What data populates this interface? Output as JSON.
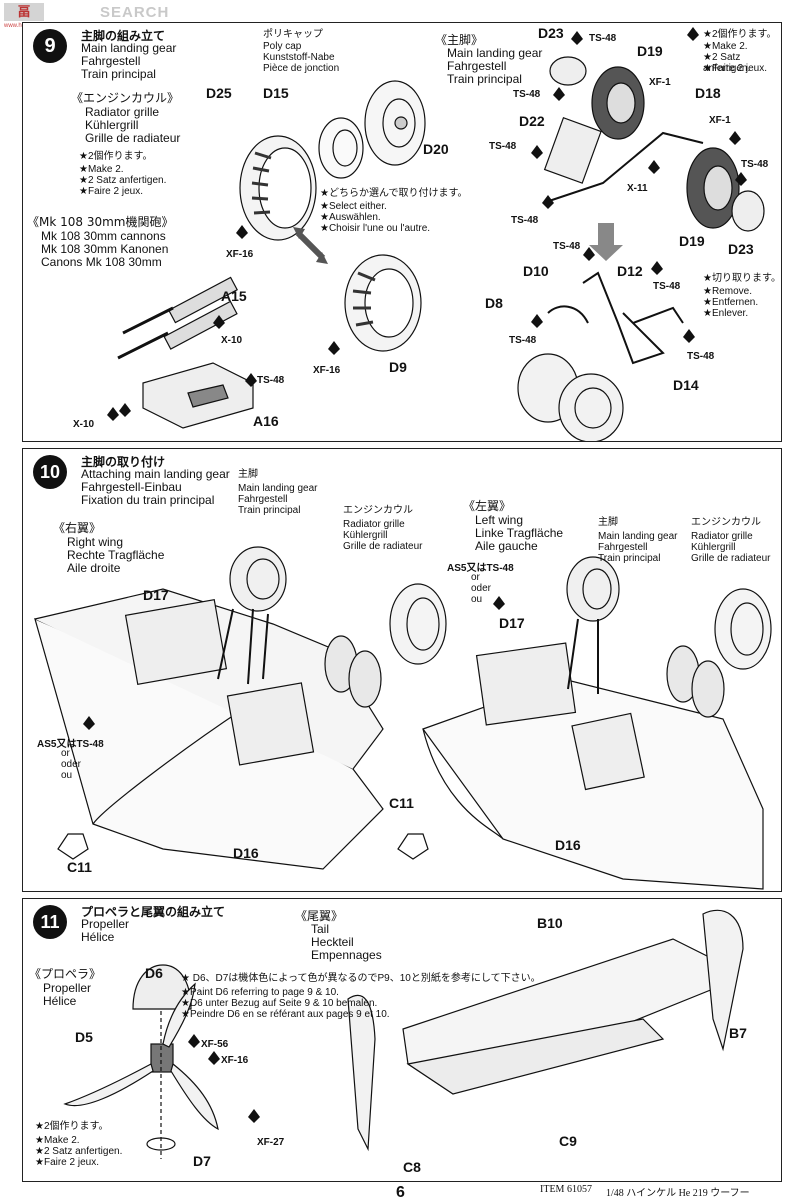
{
  "watermark": {
    "brand": "SEARCH",
    "logo_glyphs": "畐",
    "url": "www.hobbysearch.com"
  },
  "step9": {
    "number": "9",
    "title_jp": "主脚の組み立て",
    "title_en": "Main landing gear",
    "title_de": "Fahrgestell",
    "title_fr": "Train principal",
    "engine_jp": "《エンジンカウル》",
    "engine_en": "Radiator grille",
    "engine_de": "Kühlergrill",
    "engine_fr": "Grille de radiateur",
    "make2_jp": "★2個作ります。",
    "make2_en": "★Make 2.",
    "make2_de": "★2 Satz anfertigen.",
    "make2_fr": "★Faire 2 jeux.",
    "mk108_jp": "《Mk 108 30mm機関砲》",
    "mk108_en": "Mk 108 30mm cannons",
    "mk108_de": "Mk 108 30mm Kanonen",
    "mk108_fr": "Canons Mk 108 30mm",
    "polycap_jp": "ポリキャップ",
    "polycap_en": "Poly cap",
    "polycap_de": "Kunststoff-Nabe",
    "polycap_fr": "Pièce de jonction",
    "select_jp": "★どちらか選んで取り付けます。",
    "select_en": "★Select either.",
    "select_de": "★Auswählen.",
    "select_fr": "★Choisir l'une ou l'autre.",
    "gear_jp": "《主脚》",
    "gear_en": "Main landing gear",
    "gear_de": "Fahrgestell",
    "gear_fr": "Train principal",
    "make2b_jp": "★2個作ります。",
    "make2b_en": "★Make 2.",
    "make2b_de": "★2 Satz anfertigen.",
    "make2b_fr": "★Faire 2 jeux.",
    "remove_jp": "★切り取ります。",
    "remove_en": "★Remove.",
    "remove_de": "★Entfernen.",
    "remove_fr": "★Enlever.",
    "parts": {
      "D25": "D25",
      "D15": "D15",
      "D20": "D20",
      "D9": "D9",
      "A15": "A15",
      "A16": "A16",
      "D23a": "D23",
      "D19a": "D19",
      "D22": "D22",
      "D18": "D18",
      "D19b": "D19",
      "D23b": "D23",
      "D10": "D10",
      "D12": "D12",
      "D8": "D8",
      "D14": "D14"
    },
    "paints": {
      "xf16a": "XF-16",
      "xf16b": "XF-16",
      "x10a": "X-10",
      "x10b": "X-10",
      "ts48a": "TS-48",
      "ts48b": "TS-48",
      "ts48c": "TS-48",
      "ts48d": "TS-48",
      "ts48e": "TS-48",
      "ts48f": "TS-48",
      "ts48g": "TS-48",
      "ts48h": "TS-48",
      "ts48i": "TS-48",
      "ts48j": "TS-48",
      "xf1a": "XF-1",
      "xf1b": "XF-1",
      "x11": "X-11"
    }
  },
  "step10": {
    "number": "10",
    "title_jp": "主脚の取り付け",
    "title_en": "Attaching main landing gear",
    "title_de": "Fahrgestell-Einbau",
    "title_fr": "Fixation du train principal",
    "right_jp": "《右翼》",
    "right_en": "Right wing",
    "right_de": "Rechte Tragfläche",
    "right_fr": "Aile droite",
    "left_jp": "《左翼》",
    "left_en": "Left wing",
    "left_de": "Linke Tragfläche",
    "left_fr": "Aile gauche",
    "gear1_jp": "主脚",
    "gear1_en": "Main landing gear",
    "gear1_de": "Fahrgestell",
    "gear1_fr": "Train principal",
    "gear2_jp": "主脚",
    "gear2_en": "Main landing gear",
    "gear2_de": "Fahrgestell",
    "gear2_fr": "Train principal",
    "cowl1_jp": "エンジンカウル",
    "cowl1_en": "Radiator grille",
    "cowl1_de": "Kühlergrill",
    "cowl1_fr": "Grille de radiateur",
    "cowl2_jp": "エンジンカウル",
    "cowl2_en": "Radiator grille",
    "cowl2_de": "Kühlergrill",
    "cowl2_fr": "Grille de radiateur",
    "as5a": "AS5又はTS-48",
    "or_a": "or",
    "oder_a": "oder",
    "ou_a": "ou",
    "as5b": "AS5又はTS-48",
    "or_b": "or",
    "oder_b": "oder",
    "ou_b": "ou",
    "parts": {
      "D17a": "D17",
      "D16a": "D16",
      "C11a": "C11",
      "D17b": "D17",
      "D16b": "D16",
      "C11b": "C11"
    }
  },
  "step11": {
    "number": "11",
    "title_jp": "プロペラと尾翼の組み立て",
    "title_en": "Propeller",
    "title_fr": "Hélice",
    "tail_jp": "《尾翼》",
    "tail_en": "Tail",
    "tail_de": "Heckteil",
    "tail_fr": "Empennages",
    "prop_jp": "《プロペラ》",
    "prop_en": "Propeller",
    "prop_fr": "Hélice",
    "note_jp": "★ D6、D7は機体色によって色が異なるのでP9、10と別紙を参考にして下さい。",
    "note_en": "★Paint D6 referring to page 9 & 10.",
    "note_de": "★D6 unter Bezug auf Seite 9 & 10 bemalen.",
    "note_fr": "★Peindre D6 en se référant aux pages 9 et 10.",
    "make2_jp": "★2個作ります。",
    "make2_en": "★Make 2.",
    "make2_de": "★2 Satz anfertigen.",
    "make2_fr": "★Faire 2 jeux.",
    "parts": {
      "D6": "D6",
      "D5": "D5",
      "D7": "D7",
      "B10": "B10",
      "B7": "B7",
      "C9": "C9",
      "C8": "C8"
    },
    "paints": {
      "xf56": "XF-56",
      "xf16": "XF-16",
      "xf27": "XF-27"
    }
  },
  "footer": {
    "page": "6",
    "item": "ITEM 61057",
    "title": "1/48 ハインケル He 219 ウーフー"
  }
}
